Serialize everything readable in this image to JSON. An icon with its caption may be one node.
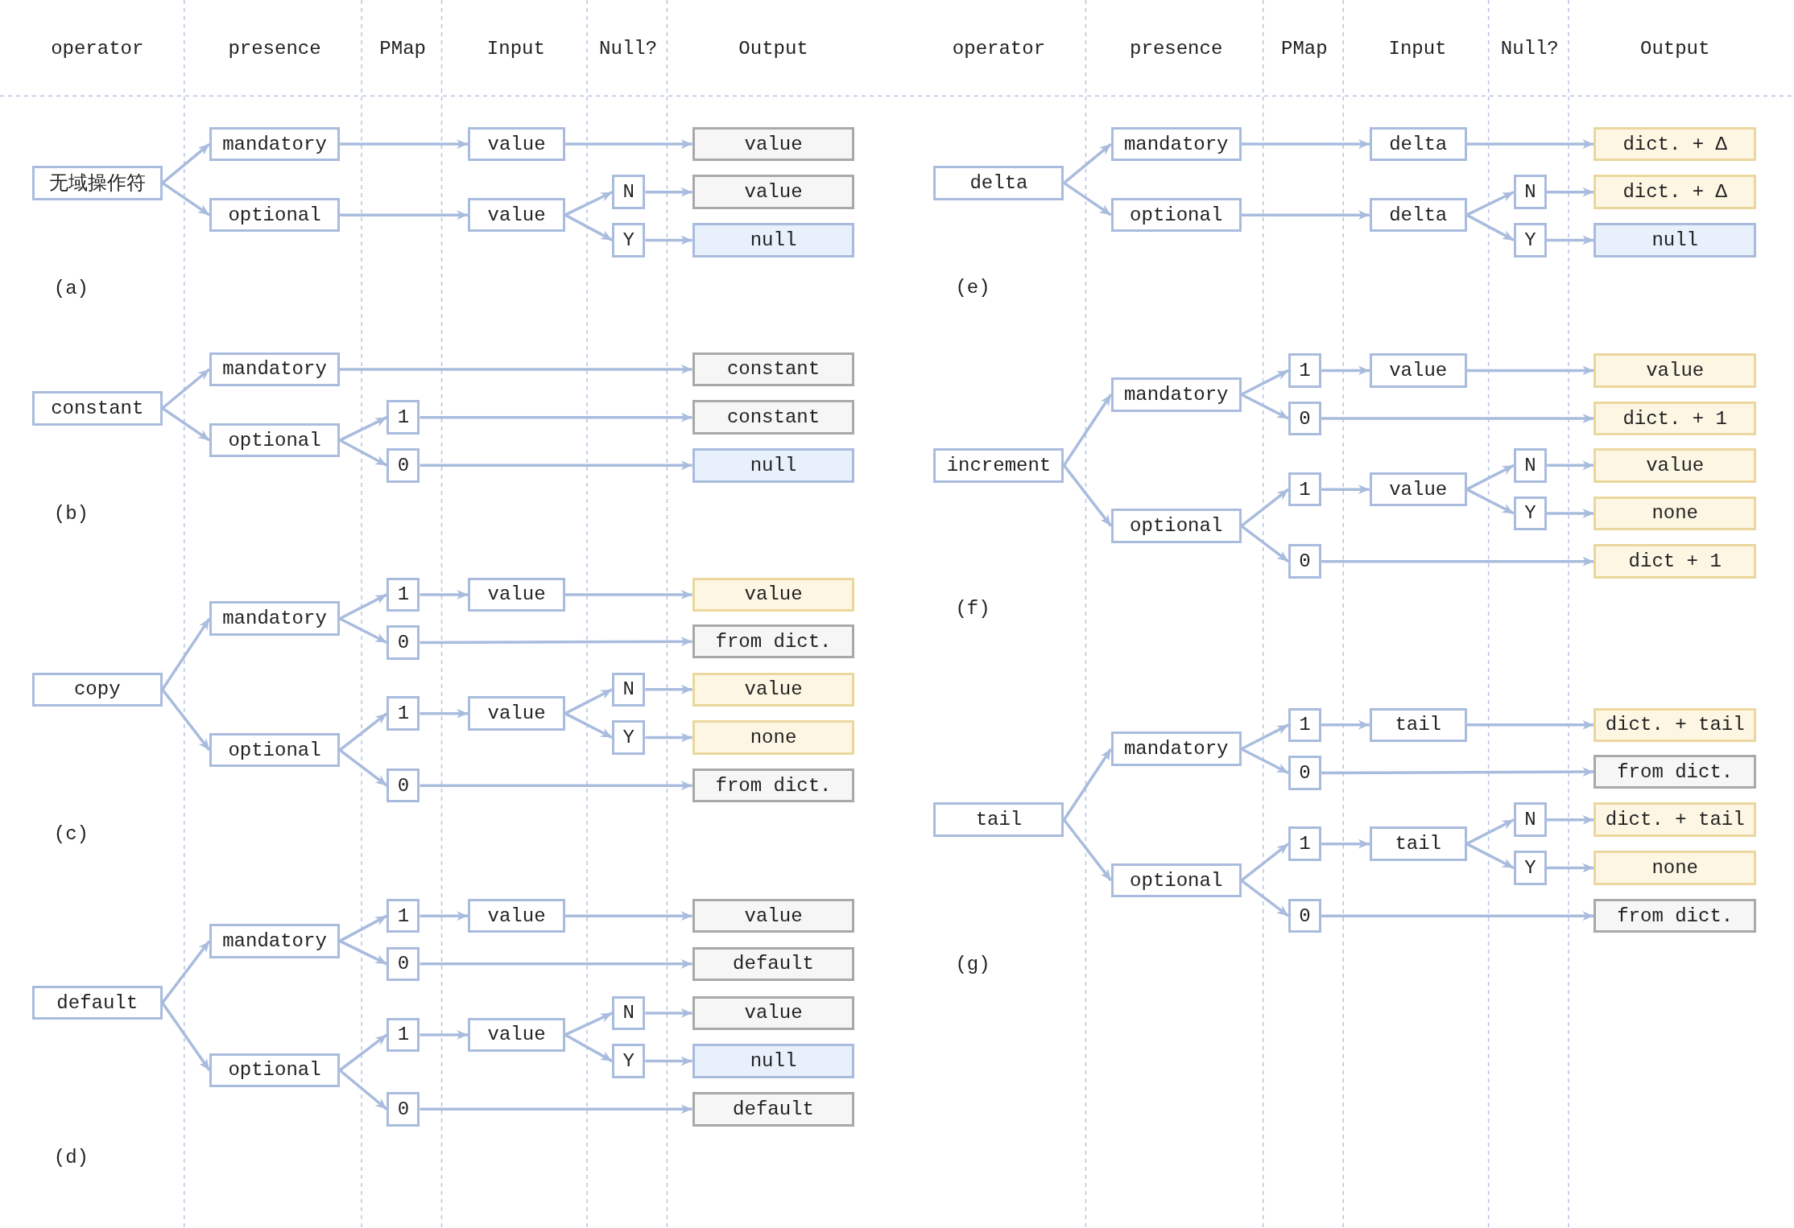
{
  "diagram": {
    "nodes": [
      {
        "text": [
          "无域操作符"
        ]
      },
      {
        "text": [
          "mandatory"
        ]
      },
      {
        "text": [
          "optional"
        ]
      },
      {
        "text": [
          "value"
        ]
      },
      {
        "text": [
          "value"
        ]
      },
      {
        "text": [
          "N"
        ]
      },
      {
        "text": [
          "Y"
        ]
      },
      {
        "text": [
          "value"
        ]
      },
      {
        "text": [
          "value"
        ]
      },
      {
        "text": [
          "null"
        ]
      },
      {
        "text": [
          "constant"
        ]
      },
      {
        "text": [
          "mandatory"
        ]
      },
      {
        "text": [
          "optional"
        ]
      },
      {
        "text": [
          "1"
        ]
      },
      {
        "text": [
          "0"
        ]
      },
      {
        "text": [
          "constant"
        ]
      },
      {
        "text": [
          "constant"
        ]
      },
      {
        "text": [
          "null"
        ]
      },
      {
        "text": [
          "copy"
        ]
      },
      {
        "text": [
          "mandatory"
        ]
      },
      {
        "text": [
          "optional"
        ]
      },
      {
        "text": [
          "1"
        ]
      },
      {
        "text": [
          "0"
        ]
      },
      {
        "text": [
          "1"
        ]
      },
      {
        "text": [
          "0"
        ]
      },
      {
        "text": [
          "value"
        ]
      },
      {
        "text": [
          "value"
        ]
      },
      {
        "text": [
          "N"
        ]
      },
      {
        "text": [
          "Y"
        ]
      },
      {
        "text": [
          "value"
        ]
      },
      {
        "text": [
          "from dict."
        ]
      },
      {
        "text": [
          "value"
        ]
      },
      {
        "text": [
          "none"
        ]
      },
      {
        "text": [
          "from dict."
        ]
      },
      {
        "text": [
          "default"
        ]
      },
      {
        "text": [
          "mandatory"
        ]
      },
      {
        "text": [
          "optional"
        ]
      },
      {
        "text": [
          "1"
        ]
      },
      {
        "text": [
          "0"
        ]
      },
      {
        "text": [
          "1"
        ]
      },
      {
        "text": [
          "0"
        ]
      },
      {
        "text": [
          "value"
        ]
      },
      {
        "text": [
          "value"
        ]
      },
      {
        "text": [
          "N"
        ]
      },
      {
        "text": [
          "Y"
        ]
      },
      {
        "text": [
          "value"
        ]
      },
      {
        "text": [
          "default"
        ]
      },
      {
        "text": [
          "value"
        ]
      },
      {
        "text": [
          "null"
        ]
      },
      {
        "text": [
          "default"
        ]
      },
      {
        "text": [
          "delta"
        ]
      },
      {
        "text": [
          "mandatory"
        ]
      },
      {
        "text": [
          "optional"
        ]
      },
      {
        "text": [
          "delta"
        ]
      },
      {
        "text": [
          "delta"
        ]
      },
      {
        "text": [
          "N"
        ]
      },
      {
        "text": [
          "Y"
        ]
      },
      {
        "text": [
          "dict. + Δ"
        ]
      },
      {
        "text": [
          "dict. + Δ"
        ]
      },
      {
        "text": [
          "null"
        ]
      },
      {
        "text": [
          "increment"
        ]
      },
      {
        "text": [
          "mandatory"
        ]
      },
      {
        "text": [
          "optional"
        ]
      },
      {
        "text": [
          "1"
        ]
      },
      {
        "text": [
          "0"
        ]
      },
      {
        "text": [
          "1"
        ]
      },
      {
        "text": [
          "0"
        ]
      },
      {
        "text": [
          "value"
        ]
      },
      {
        "text": [
          "value"
        ]
      },
      {
        "text": [
          "N"
        ]
      },
      {
        "text": [
          "Y"
        ]
      },
      {
        "text": [
          "value"
        ]
      },
      {
        "text": [
          "dict. + 1"
        ]
      },
      {
        "text": [
          "value"
        ]
      },
      {
        "text": [
          "none"
        ]
      },
      {
        "text": [
          "dict + 1"
        ]
      },
      {
        "text": [
          "tail"
        ]
      },
      {
        "text": [
          "mandatory"
        ]
      },
      {
        "text": [
          "optional"
        ]
      },
      {
        "text": [
          "1"
        ]
      },
      {
        "text": [
          "0"
        ]
      },
      {
        "text": [
          "1"
        ]
      },
      {
        "text": [
          "0"
        ]
      },
      {
        "text": [
          "tail"
        ]
      },
      {
        "text": [
          "tail"
        ]
      },
      {
        "text": [
          "N"
        ]
      },
      {
        "text": [
          "Y"
        ]
      },
      {
        "text": [
          "dict. + tail"
        ]
      },
      {
        "text": [
          "from dict."
        ]
      },
      {
        "text": [
          "dict. + tail"
        ]
      },
      {
        "text": [
          "none"
        ]
      },
      {
        "text": [
          "from dict."
        ]
      }
    ],
    "edges": [
      {
        "from": 0,
        "to": 1,
        "arrow": "to"
      },
      {
        "from": 0,
        "to": 2,
        "arrow": "to"
      },
      {
        "from": 1,
        "to": 3,
        "arrow": "to"
      },
      {
        "from": 2,
        "to": 4,
        "arrow": "to"
      },
      {
        "from": 3,
        "to": 7,
        "arrow": "to"
      },
      {
        "from": 4,
        "to": 5,
        "arrow": "to"
      },
      {
        "from": 4,
        "to": 6,
        "arrow": "to"
      },
      {
        "from": 5,
        "to": 8,
        "arrow": "to"
      },
      {
        "from": 6,
        "to": 9,
        "arrow": "to"
      },
      {
        "from": 10,
        "to": 11,
        "arrow": "to"
      },
      {
        "from": 10,
        "to": 12,
        "arrow": "to"
      },
      {
        "from": 11,
        "to": 15,
        "arrow": "to"
      },
      {
        "from": 12,
        "to": 13,
        "arrow": "to"
      },
      {
        "from": 12,
        "to": 14,
        "arrow": "to"
      },
      {
        "from": 13,
        "to": 16,
        "arrow": "to"
      },
      {
        "from": 14,
        "to": 17,
        "arrow": "to"
      },
      {
        "from": 18,
        "to": 19,
        "arrow": "to"
      },
      {
        "from": 18,
        "to": 20,
        "arrow": "to"
      },
      {
        "from": 19,
        "to": 21,
        "arrow": "to"
      },
      {
        "from": 19,
        "to": 22,
        "arrow": "to"
      },
      {
        "from": 20,
        "to": 23,
        "arrow": "to"
      },
      {
        "from": 20,
        "to": 24,
        "arrow": "to"
      },
      {
        "from": 21,
        "to": 25,
        "arrow": "to"
      },
      {
        "from": 23,
        "to": 26,
        "arrow": "to"
      },
      {
        "from": 26,
        "to": 27,
        "arrow": "to"
      },
      {
        "from": 26,
        "to": 28,
        "arrow": "to"
      },
      {
        "from": 25,
        "to": 29,
        "arrow": "to"
      },
      {
        "from": 22,
        "to": 30,
        "arrow": "to"
      },
      {
        "from": 27,
        "to": 31,
        "arrow": "to"
      },
      {
        "from": 28,
        "to": 32,
        "arrow": "to"
      },
      {
        "from": 24,
        "to": 33,
        "arrow": "to"
      },
      {
        "from": 34,
        "to": 35,
        "arrow": "to"
      },
      {
        "from": 34,
        "to": 36,
        "arrow": "to"
      },
      {
        "from": 35,
        "to": 37,
        "arrow": "to"
      },
      {
        "from": 35,
        "to": 38,
        "arrow": "to"
      },
      {
        "from": 36,
        "to": 39,
        "arrow": "to"
      },
      {
        "from": 36,
        "to": 40,
        "arrow": "to"
      },
      {
        "from": 37,
        "to": 41,
        "arrow": "to"
      },
      {
        "from": 39,
        "to": 42,
        "arrow": "to"
      },
      {
        "from": 42,
        "to": 43,
        "arrow": "to"
      },
      {
        "from": 42,
        "to": 44,
        "arrow": "to"
      },
      {
        "from": 41,
        "to": 45,
        "arrow": "to"
      },
      {
        "from": 38,
        "to": 46,
        "arrow": "to"
      },
      {
        "from": 43,
        "to": 47,
        "arrow": "to"
      },
      {
        "from": 44,
        "to": 48,
        "arrow": "to"
      },
      {
        "from": 40,
        "to": 49,
        "arrow": "to"
      },
      {
        "from": 50,
        "to": 51,
        "arrow": "to"
      },
      {
        "from": 50,
        "to": 52,
        "arrow": "to"
      },
      {
        "from": 51,
        "to": 53,
        "arrow": "to"
      },
      {
        "from": 52,
        "to": 54,
        "arrow": "to"
      },
      {
        "from": 53,
        "to": 57,
        "arrow": "to"
      },
      {
        "from": 54,
        "to": 55,
        "arrow": "to"
      },
      {
        "from": 54,
        "to": 56,
        "arrow": "to"
      },
      {
        "from": 55,
        "to": 58,
        "arrow": "to"
      },
      {
        "from": 56,
        "to": 59,
        "arrow": "to"
      },
      {
        "from": 60,
        "to": 61,
        "arrow": "to"
      },
      {
        "from": 60,
        "to": 62,
        "arrow": "to"
      },
      {
        "from": 61,
        "to": 63,
        "arrow": "to"
      },
      {
        "from": 61,
        "to": 64,
        "arrow": "to"
      },
      {
        "from": 62,
        "to": 65,
        "arrow": "to"
      },
      {
        "from": 62,
        "to": 66,
        "arrow": "to"
      },
      {
        "from": 63,
        "to": 67,
        "arrow": "to"
      },
      {
        "from": 65,
        "to": 68,
        "arrow": "to"
      },
      {
        "from": 68,
        "to": 69,
        "arrow": "to"
      },
      {
        "from": 68,
        "to": 70,
        "arrow": "to"
      },
      {
        "from": 67,
        "to": 71,
        "arrow": "to"
      },
      {
        "from": 64,
        "to": 72,
        "arrow": "to"
      },
      {
        "from": 69,
        "to": 73,
        "arrow": "to"
      },
      {
        "from": 70,
        "to": 74,
        "arrow": "to"
      },
      {
        "from": 66,
        "to": 75,
        "arrow": "to"
      },
      {
        "from": 76,
        "to": 77,
        "arrow": "to"
      },
      {
        "from": 76,
        "to": 78,
        "arrow": "to"
      },
      {
        "from": 77,
        "to": 79,
        "arrow": "to"
      },
      {
        "from": 77,
        "to": 80,
        "arrow": "to"
      },
      {
        "from": 78,
        "to": 81,
        "arrow": "to"
      },
      {
        "from": 78,
        "to": 82,
        "arrow": "to"
      },
      {
        "from": 79,
        "to": 83,
        "arrow": "to"
      },
      {
        "from": 81,
        "to": 84,
        "arrow": "to"
      },
      {
        "from": 84,
        "to": 85,
        "arrow": "to"
      },
      {
        "from": 84,
        "to": 86,
        "arrow": "to"
      },
      {
        "from": 83,
        "to": 87,
        "arrow": "to"
      },
      {
        "from": 80,
        "to": 88,
        "arrow": "to"
      },
      {
        "from": 85,
        "to": 89,
        "arrow": "to"
      },
      {
        "from": 86,
        "to": 90,
        "arrow": "to"
      },
      {
        "from": 82,
        "to": 91,
        "arrow": "to"
      }
    ],
    "labels": [
      "operator",
      "presence",
      "PMap",
      "Input",
      "Null?",
      "Output",
      "operator",
      "presence",
      "PMap",
      "Input",
      "Null?",
      "Output",
      "(a)",
      "(e)",
      "(b)",
      "(f)",
      "(c)",
      "(g)",
      "(d)"
    ]
  }
}
